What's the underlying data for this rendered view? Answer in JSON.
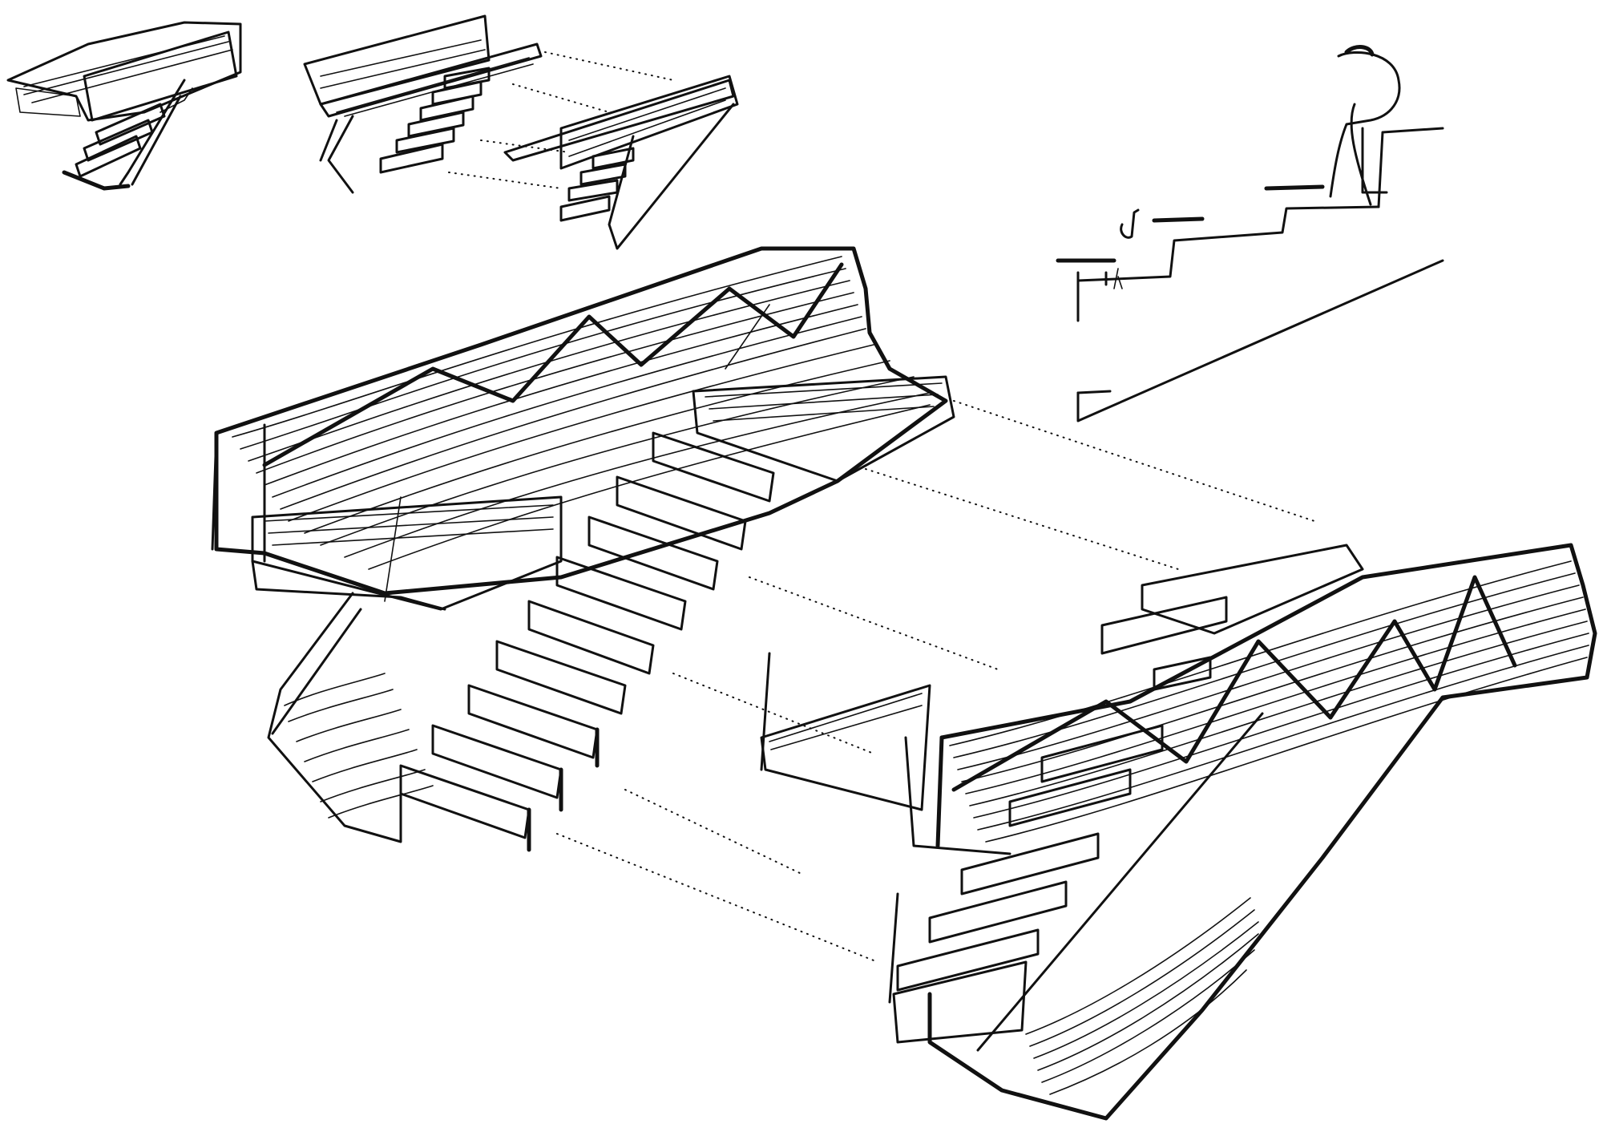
{
  "drawing": {
    "kind": "ink sketch",
    "background_color": "#ffffff",
    "ink_color": "#111111",
    "panels": [
      {
        "name": "small-perspective-stair-1"
      },
      {
        "name": "small-exploded-stair-2"
      },
      {
        "name": "step-profile-with-figure"
      },
      {
        "name": "large-exploded-stair-upper"
      },
      {
        "name": "large-exploded-stair-lower"
      }
    ]
  }
}
